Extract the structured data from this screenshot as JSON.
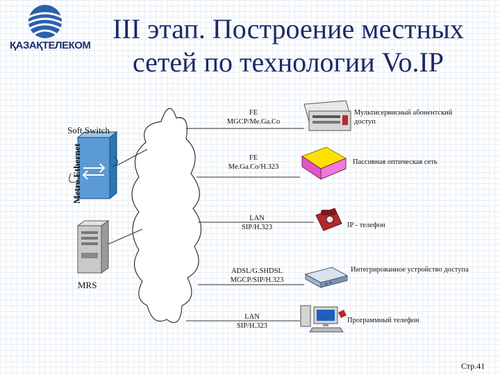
{
  "header": {
    "logo_text": "ҚАЗАҚТЕЛЕКОМ",
    "title_line1": "III этап. Построение местных",
    "title_line2": "сетей по технологии Vo.IP"
  },
  "left": {
    "softswitch_label": "Soft.Switch",
    "mrs_label": "MRS",
    "cloud_label": "Metro.Ethernet"
  },
  "links": [
    {
      "line1": "FE",
      "line2": "MGCP/Me.Ga.Co"
    },
    {
      "line1": "FE",
      "line2": "Me.Ga.Co/H.323"
    },
    {
      "line1": "LAN",
      "line2": "SIP/H.323"
    },
    {
      "line1": "ADSL/G.SHDSL",
      "line2": "MGCP/SIP/H.323"
    },
    {
      "line1": "LAN",
      "line2": "SIP/H.323"
    }
  ],
  "devices": [
    {
      "label": "Мультисервисный абонентский доступ",
      "icon": "multiservice-access-icon"
    },
    {
      "label": "Пассивная оптическая сеть",
      "icon": "pon-icon"
    },
    {
      "label": "IP - телефон",
      "icon": "ip-phone-icon"
    },
    {
      "label": "Интегрированное устройство доступа",
      "icon": "modem-icon"
    },
    {
      "label": "Программный телефон",
      "icon": "softphone-pc-icon"
    }
  ],
  "footer": {
    "page": "Стр.41"
  }
}
